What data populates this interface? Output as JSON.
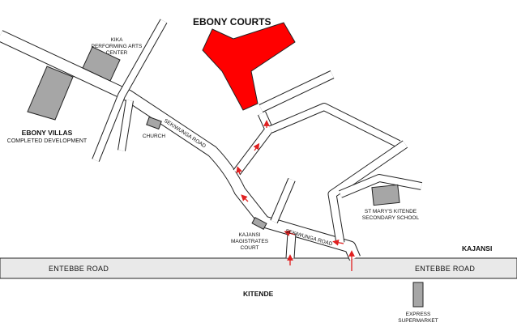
{
  "colors": {
    "road_fill": "#ffffff",
    "road_edge": "#222222",
    "main_road_fill": "#e9e9e9",
    "building": "#a6a6a6",
    "highlight": "#ff0000",
    "arrow": "#e02020"
  },
  "labels": {
    "ebony_courts": "EBONY COURTS",
    "ebony_villas": "EBONY VILLAS",
    "completed_development": "COMPLETED DEVELOPMENT",
    "kika_line1": "KIKA",
    "kika_line2": "PERFORMING ARTS",
    "kika_line3": "CENTER",
    "church": "CHURCH",
    "sekiwunga_upper": "SEKIWUNGA ROAD",
    "sekiwunga_lower": "SEKIWUNGA ROAD",
    "kajansi_court_line1": "KAJANSI",
    "kajansi_court_line2": "MAGISTRATES",
    "kajansi_court_line3": "COURT",
    "st_marys_line1": "ST MARY'S KITENDE",
    "st_marys_line2": "SECONDARY SCHOOL",
    "kajansi": "KAJANSI",
    "entebbe_road_left": "ENTEBBE ROAD",
    "entebbe_road_right": "ENTEBBE ROAD",
    "kitende": "KITENDE",
    "express_line1": "EXPRESS",
    "express_line2": "SUPERMARKET"
  }
}
